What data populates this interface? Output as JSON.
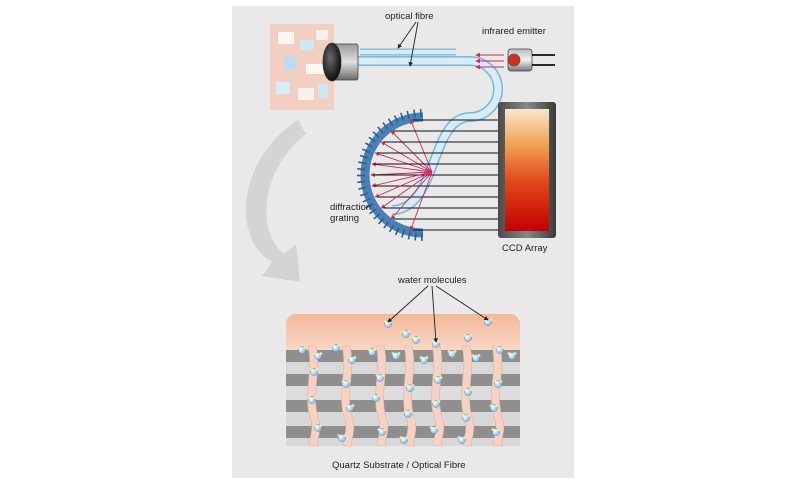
{
  "labels": {
    "optical_fibre": "optical fibre",
    "infrared_emitter": "infrared emitter",
    "diffraction_line1": "diffraction",
    "diffraction_line2": "grating",
    "ccd_array": "CCD Array",
    "water_molecules": "water molecules",
    "substrate": "Quartz Substrate / Optical Fibre"
  },
  "colors": {
    "panel": "#e9e9e9",
    "fibre": "#bfe0f4",
    "fibre_edge": "#7ab5d6",
    "light_ray": "#d02a5a",
    "grating": "#4a80b4",
    "ccd_top": "#f8e6cc",
    "ccd_bottom": "#c40000",
    "layer_gray": "#8f8f8f",
    "layer_light": "#d8d8d8",
    "pore": "#f6d2c4",
    "molecule": "#9cc8ea",
    "arrow": "#d4d4d4"
  },
  "icons": {
    "lens": "lens-icon",
    "emitter": "infrared-emitter-icon",
    "molecule": "water-molecule-icon",
    "flow_arrow": "curved-arrow-icon"
  }
}
